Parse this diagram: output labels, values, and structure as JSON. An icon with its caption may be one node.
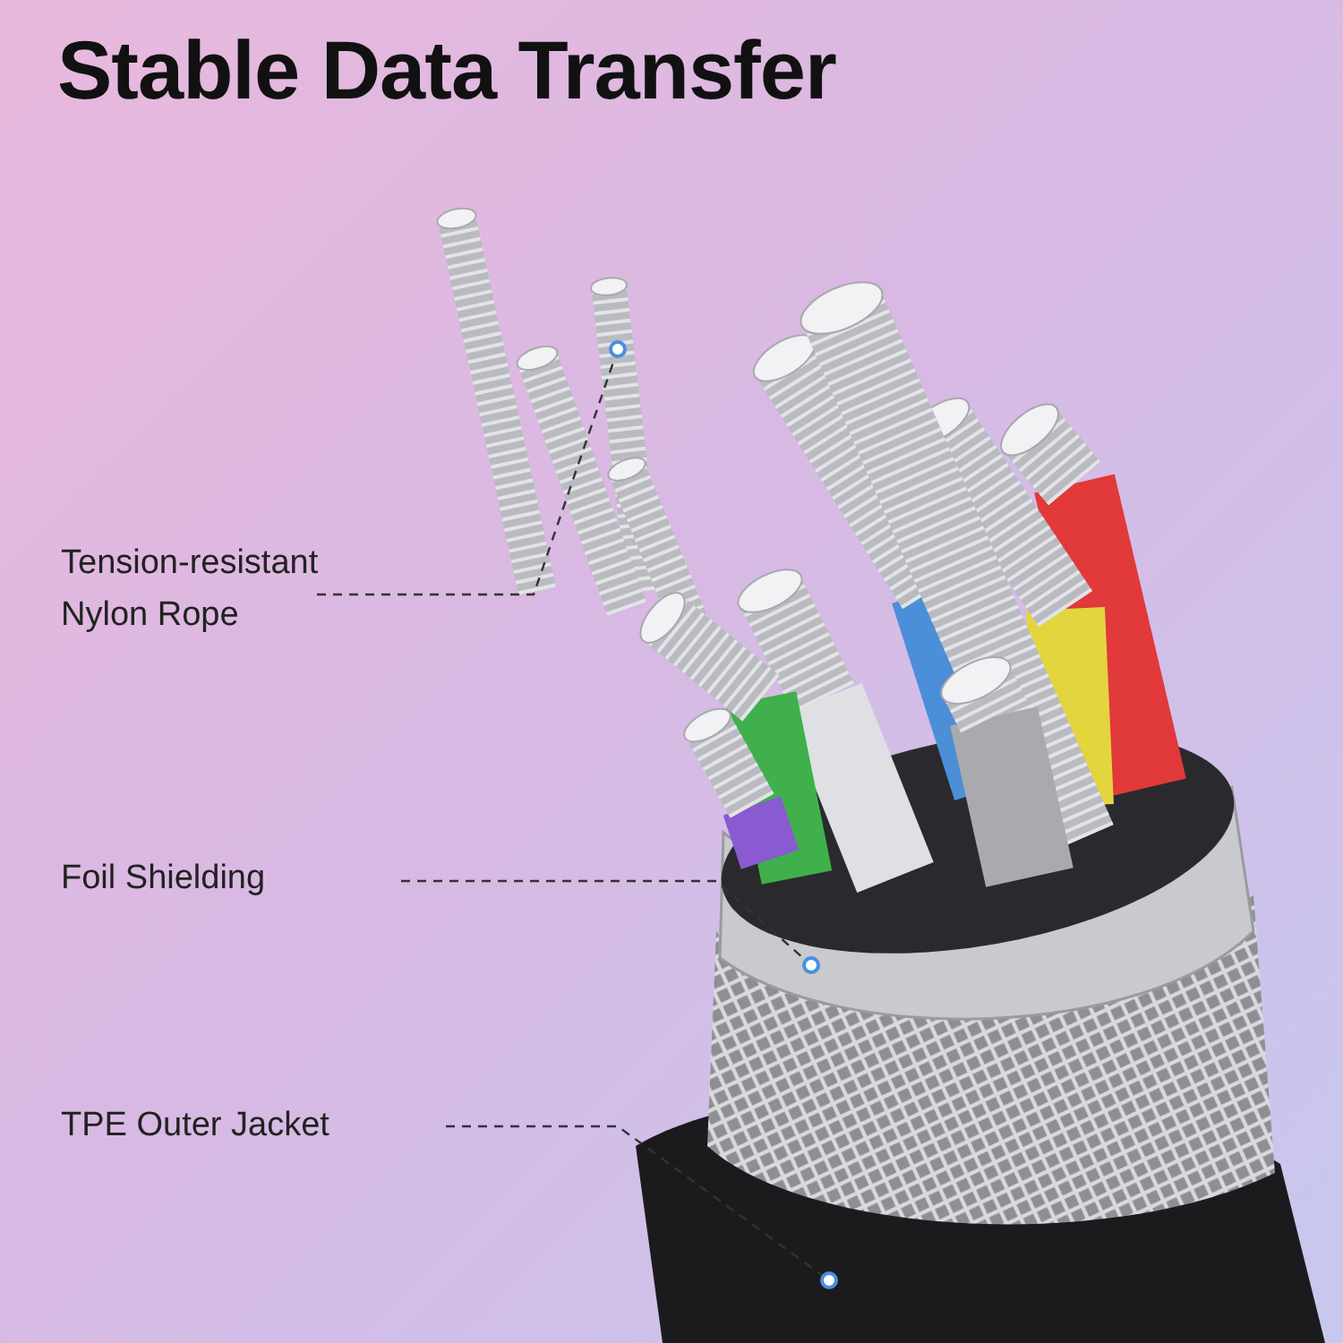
{
  "diagram": {
    "title": "Stable Data Transfer",
    "nodes": [
      {
        "text": [
          "Tension-resistant Nylon Rope"
        ]
      },
      {
        "text": [],
        "shape": "circle"
      },
      {
        "text": [
          "Foil Shielding"
        ]
      },
      {
        "text": [],
        "shape": "circle"
      },
      {
        "text": [
          "TPE Outer Jacket"
        ]
      },
      {
        "text": [],
        "shape": "circle"
      }
    ],
    "edges": [
      {
        "from": 0,
        "to": 1,
        "arrow": "none",
        "style": "dashed"
      },
      {
        "from": 2,
        "to": 3,
        "arrow": "none",
        "style": "dashed"
      },
      {
        "from": 4,
        "to": 5,
        "arrow": "none",
        "style": "dashed"
      }
    ]
  }
}
